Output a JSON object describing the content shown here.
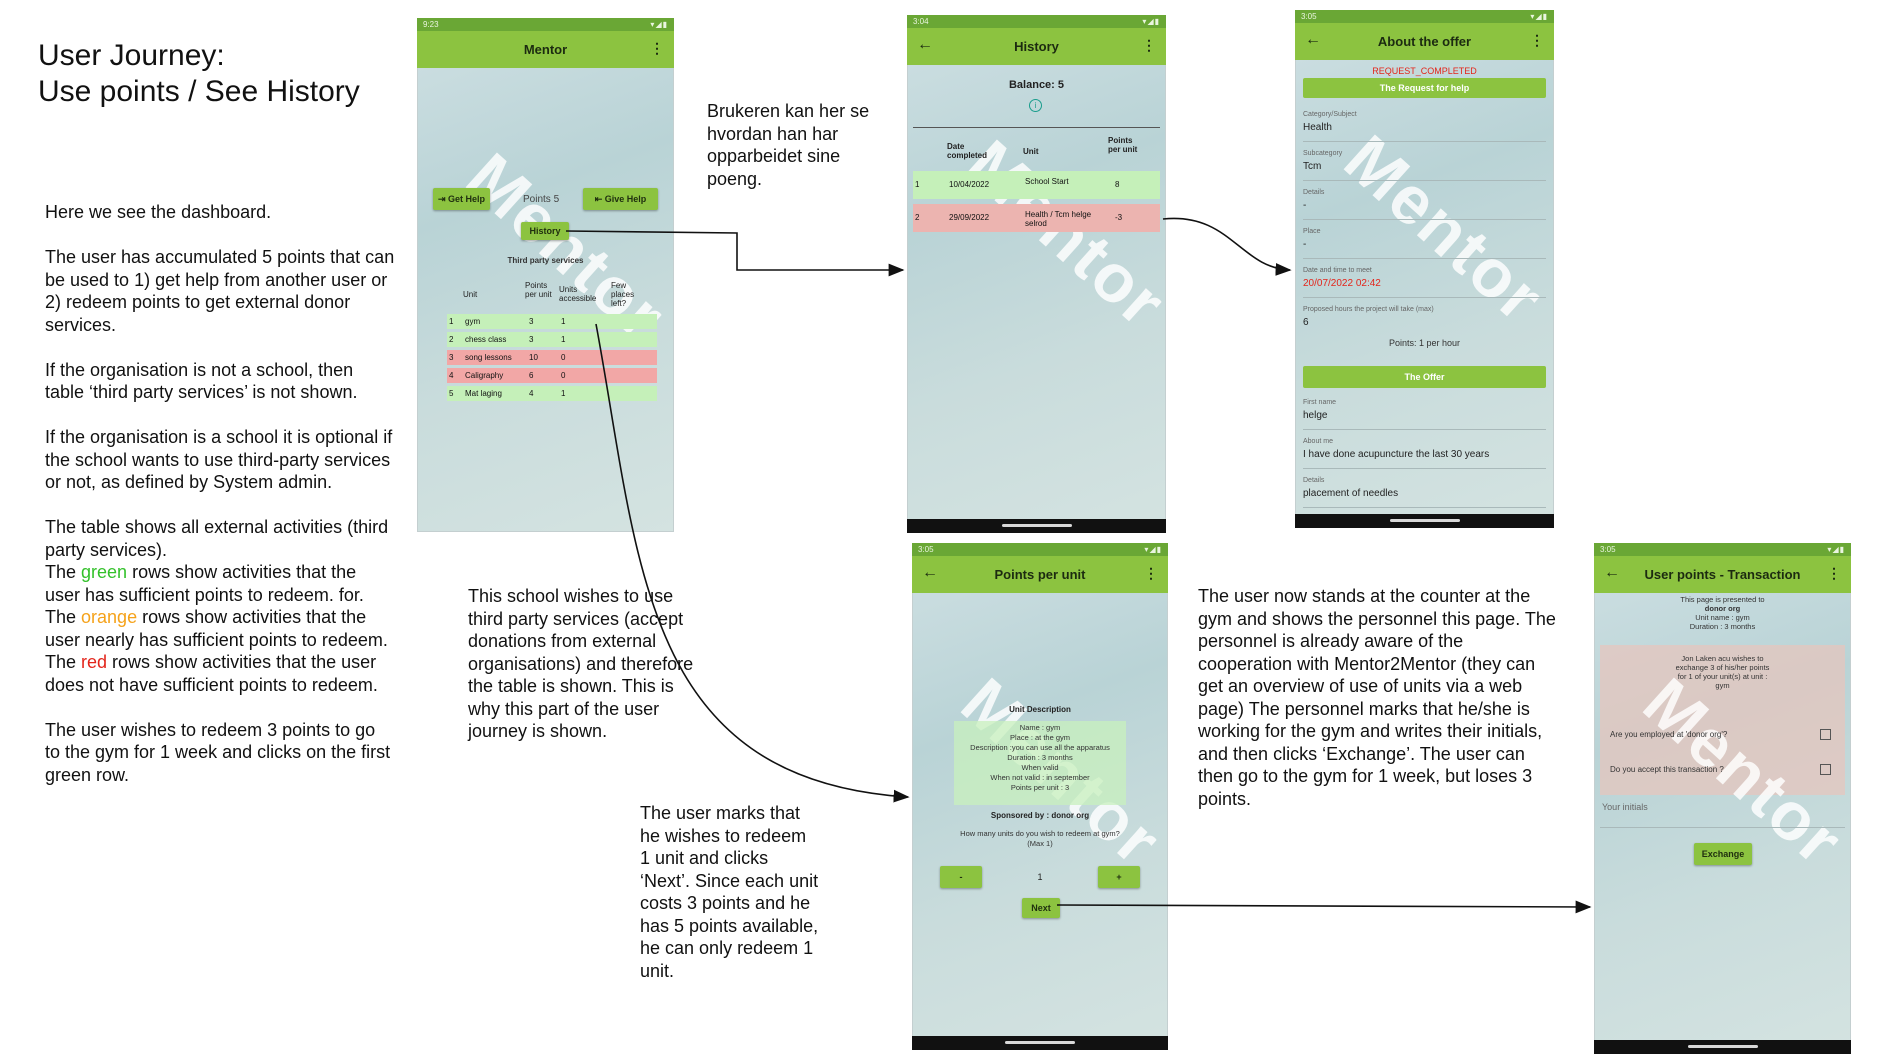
{
  "title": {
    "line1": "User Journey:",
    "line2": "Use points / See History"
  },
  "left_text": {
    "p1": "Here we see the dashboard.",
    "p2": "The user has accumulated 5 points that can be used to 1) get help from another user or 2) redeem points to get external donor services.",
    "p3": "If the organisation is not a school, then table ‘third party services’ is not shown.",
    "p4": "If the organisation is a school it is optional if the school wants to use third-party services or not, as defined by System admin.",
    "p5a": "The table shows all external activities (third party services).",
    "p5b_pre": "The ",
    "p5b_word": "green",
    "p5b_post": " rows show activities that the user has sufficient points to redeem. for.",
    "p5c_pre": "The ",
    "p5c_word": "orange",
    "p5c_post": " rows show activities that the user nearly has sufficient points to redeem.",
    "p5d_pre": "The ",
    "p5d_word": "red",
    "p5d_post": " rows show activities that the user does not have sufficient points to redeem.",
    "p6": "The user wishes to redeem 3 points to go to the gym for 1 week and clicks on the first green row."
  },
  "notes": {
    "history_note": "Brukeren kan her se hvordan han har opparbeidet sine poeng.",
    "school_note": "This school wishes to use third party services (accept donations from external organisations) and therefore the table is shown. This is why this part of the user journey is shown.",
    "units_note": "The user marks that he wishes to redeem 1 unit and clicks ‘Next’. Since each unit costs 3 points and he has 5 points available, he can only redeem 1 unit.",
    "counter_note": "The user now stands at the counter at the gym and shows the personnel this page. The personnel is already aware of the cooperation with Mentor2Mentor (they can get an overview of use of units via a web page) The personnel marks that he/she is working for the gym and writes their initials, and then clicks ‘Exchange’. The user can then go to the gym for 1 week, but loses 3 points."
  },
  "colors": {
    "appbar": "#8cc340",
    "statusbar": "#6aa735",
    "green_row": "#c5f0b9",
    "red_row": "#f2a7a6",
    "accent_red": "#e3251b"
  },
  "watermark": "Mentor",
  "dashboard": {
    "status_time": "9:23",
    "title": "Mentor",
    "get_help": "Get Help",
    "points": "Points 5",
    "give_help": "Give Help",
    "history": "History",
    "table_title": "Third party services",
    "headers": [
      "Unit",
      "Points per unit",
      "Units accessible",
      "Few places left?"
    ],
    "rows": [
      {
        "n": "1",
        "unit": "gym",
        "points": "3",
        "acc": "1"
      },
      {
        "n": "2",
        "unit": "chess class",
        "points": "3",
        "acc": "1"
      },
      {
        "n": "3",
        "unit": "song lessons",
        "points": "10",
        "acc": "0"
      },
      {
        "n": "4",
        "unit": "Caligraphy",
        "points": "6",
        "acc": "0"
      },
      {
        "n": "5",
        "unit": "Mat laging",
        "points": "4",
        "acc": "1"
      }
    ]
  },
  "history": {
    "status_time": "3:04",
    "title": "History",
    "balance": "Balance: 5",
    "info_icon": "info-icon",
    "headers": [
      "Date completed",
      "Unit",
      "Points per unit"
    ],
    "rows": [
      {
        "n": "1",
        "date": "10/04/2022",
        "unit": "School Start",
        "points": "8"
      },
      {
        "n": "2",
        "date": "29/09/2022",
        "unit": "Health / Tcm helge selrod",
        "points": "-3"
      }
    ]
  },
  "offer": {
    "status_time": "3:05",
    "title": "About the offer",
    "status": "REQUEST_COMPLETED",
    "request_header": "The Request for help",
    "category_label": "Category/Subject",
    "category": "Health",
    "subcategory_label": "Subcategory",
    "subcategory": "Tcm",
    "details_label": "Details",
    "details": "-",
    "place_label": "Place",
    "place": "-",
    "date_label": "Date and time to meet",
    "date": "20/07/2022 02:42",
    "hours_label": "Proposed hours the project will take (max)",
    "hours": "6",
    "points_rate": "Points: 1 per hour",
    "offer_header": "The Offer",
    "firstname_label": "First name",
    "firstname": "helge",
    "aboutme_label": "About me",
    "aboutme": "I have done acupuncture the last 30 years",
    "details2_label": "Details",
    "details2": "placement of needles"
  },
  "points_unit": {
    "status_time": "3:05",
    "title": "Points per unit",
    "desc_title": "Unit Description",
    "name": "Name : gym",
    "place": "Place : at the gym",
    "description": "Description :you can use all the apparatus",
    "duration": "Duration : 3 months",
    "when_valid": "When valid",
    "not_valid": "When not valid : in september",
    "points_per_unit": "Points per unit : 3",
    "sponsored": "Sponsored by : donor org",
    "question": "How many units do you wish to redeem at gym? (Max 1)",
    "minus": "-",
    "qty": "1",
    "plus": "+",
    "next": "Next"
  },
  "transaction": {
    "status_time": "3:05",
    "title": "User points - Transaction",
    "presented_to": "This page is presented to",
    "org": "donor org",
    "unit_name": "Unit name : gym",
    "duration": "Duration : 3 months",
    "box_text": "Jon Laken acu wishes to exchange 3 of his/her points for 1 of your unit(s) at unit : gym",
    "q1": "Are you employed at  'donor org'?",
    "q2": "Do you accept this transaction ?",
    "initials_placeholder": "Your initials",
    "exchange": "Exchange"
  }
}
